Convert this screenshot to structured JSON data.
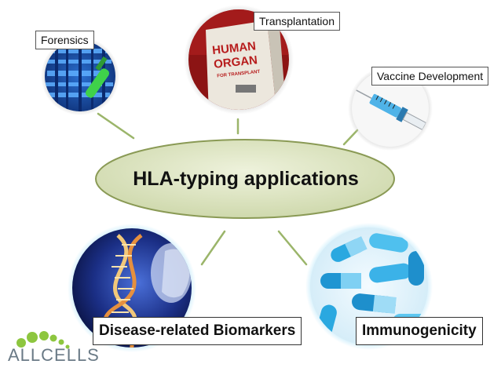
{
  "center": {
    "title": "HLA-typing applications"
  },
  "nodes": {
    "forensics": "Forensics",
    "transplantation": "Transplantation",
    "vaccine": "Vaccine Development",
    "disease": "Disease-related Biomarkers",
    "immunogenicity": "Immunogenicity"
  },
  "organ_box": {
    "line1": "HUMAN",
    "line2": "ORGAN",
    "line3": "FOR TRANSPLANT"
  },
  "logo": {
    "text": "ALLCELLS"
  },
  "colors": {
    "ellipse_fill": "#dfe6c8",
    "ellipse_stroke": "#8a9a55",
    "connector": "#9bb56a",
    "logo_green": "#8dc63f",
    "logo_text": "#6a7a86"
  }
}
